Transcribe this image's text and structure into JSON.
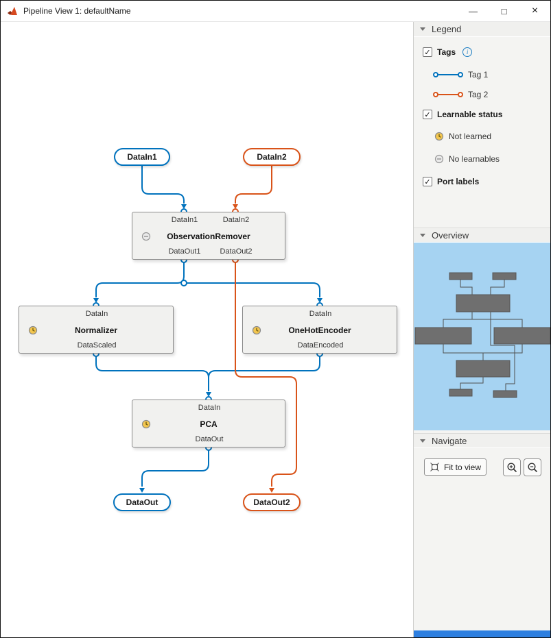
{
  "window": {
    "title": "Pipeline View 1: defaultName"
  },
  "icons": {
    "minimize": "—",
    "maximize": "□",
    "close": "×",
    "checkmark": "✓",
    "info": "i"
  },
  "colors": {
    "tag1": "#0072BD",
    "tag2": "#D95319",
    "not_learned_fill": "#F3C64F",
    "overview_background": "#A6D3F2"
  },
  "pipeline": {
    "inputs": [
      {
        "label": "DataIn1",
        "tag": "Tag 1"
      },
      {
        "label": "DataIn2",
        "tag": "Tag 2"
      }
    ],
    "blocks": [
      {
        "name": "ObservationRemover",
        "status": "no-learnables",
        "in_ports": [
          "DataIn1",
          "DataIn2"
        ],
        "out_ports": [
          "DataOut1",
          "DataOut2"
        ]
      },
      {
        "name": "Normalizer",
        "status": "not-learned",
        "in_ports": [
          "DataIn"
        ],
        "out_ports": [
          "DataScaled"
        ]
      },
      {
        "name": "OneHotEncoder",
        "status": "not-learned",
        "in_ports": [
          "DataIn"
        ],
        "out_ports": [
          "DataEncoded"
        ]
      },
      {
        "name": "PCA",
        "status": "not-learned",
        "in_ports": [
          "DataIn"
        ],
        "out_ports": [
          "DataOut"
        ]
      }
    ],
    "outputs": [
      {
        "label": "DataOut",
        "tag": "Tag 1"
      },
      {
        "label": "DataOut2",
        "tag": "Tag 2"
      }
    ]
  },
  "sidebar": {
    "legend": {
      "title": "Legend",
      "tags_label": "Tags",
      "tags_checked": true,
      "tag1_label": "Tag 1",
      "tag2_label": "Tag 2",
      "learnable_label": "Learnable status",
      "learnable_checked": true,
      "not_learned_label": "Not learned",
      "no_learnables_label": "No learnables",
      "port_labels_label": "Port labels",
      "port_labels_checked": true
    },
    "overview": {
      "title": "Overview"
    },
    "navigate": {
      "title": "Navigate",
      "fit_to_view": "Fit to view"
    }
  }
}
